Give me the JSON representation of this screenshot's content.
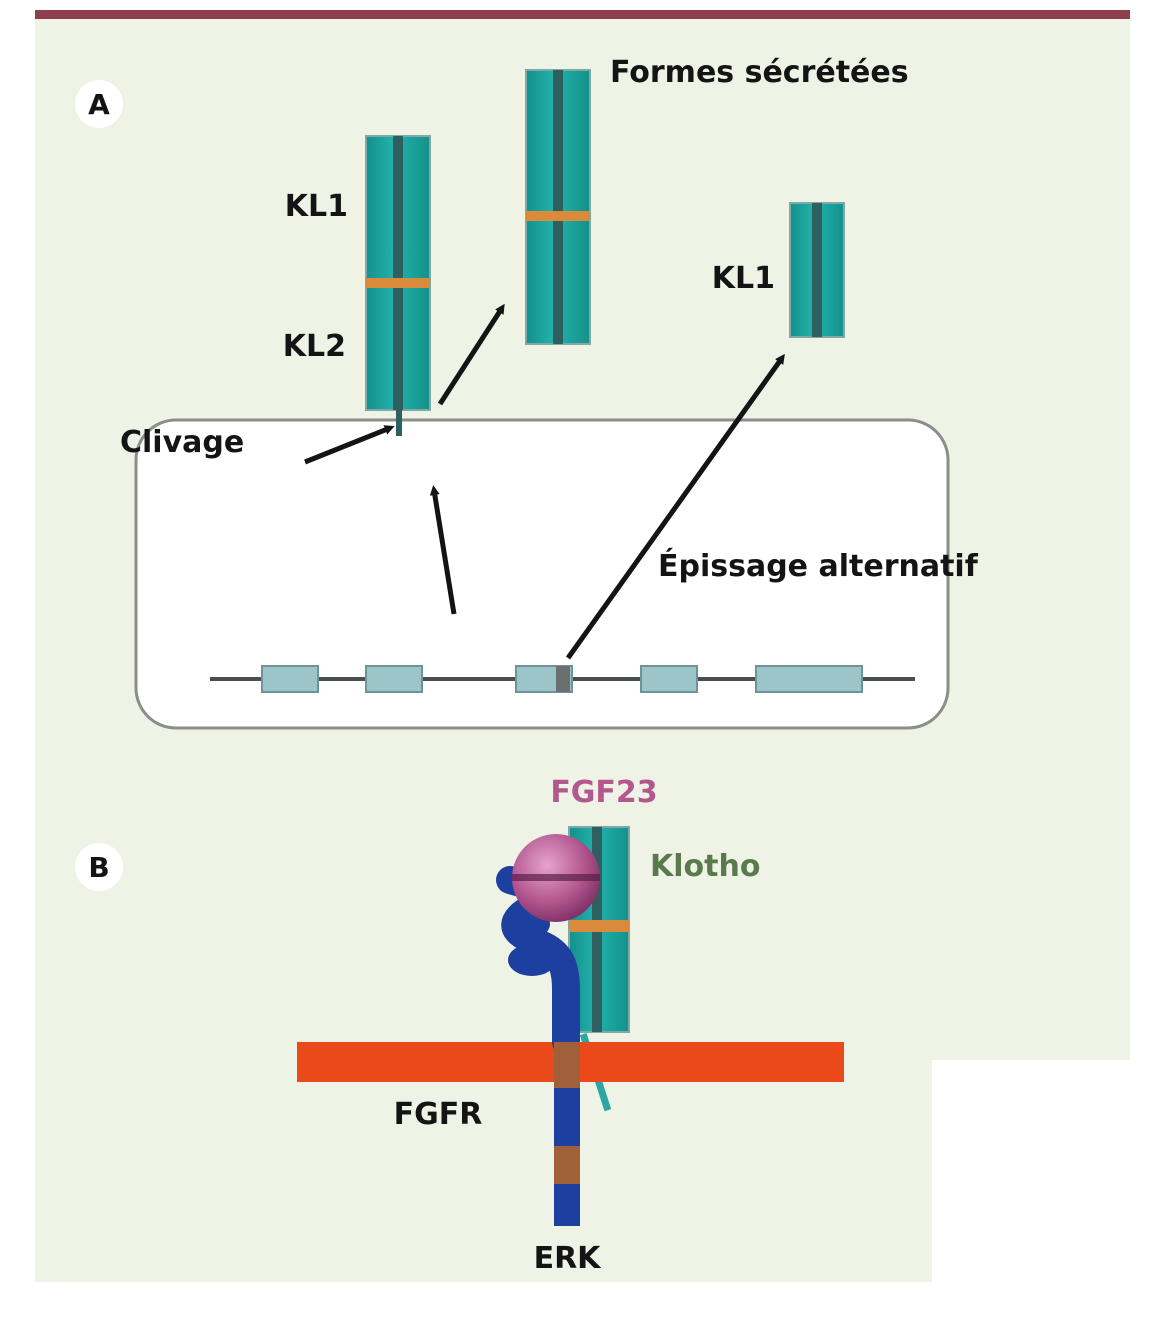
{
  "colors": {
    "border_top": "#8e3f4d",
    "background": "#eef3e6",
    "klotho_teal": "#1aa7a1",
    "klotho_core": "#2f5f5e",
    "band_orange": "#d98a3a",
    "exon_fill": "#9cc5c9",
    "membrane_orange": "#ea4a1a",
    "fgfr_blue": "#1d3fa0",
    "fgfr_brown": "#a0603a",
    "fgf23_pink": "#b3578f",
    "klotho_green": "#5a7a4e",
    "text_dark": "#141414"
  },
  "panel_a": {
    "letter": "A",
    "label_formes": "Formes sécrétées",
    "label_kl1_left": "KL1",
    "label_kl2": "KL2",
    "label_kl1_right": "KL1",
    "label_clivage": "Clivage",
    "label_epissage": "Épissage alternatif"
  },
  "panel_b": {
    "letter": "B",
    "label_fgf23": "FGF23",
    "label_klotho": "Klotho",
    "label_fgfr": "FGFR",
    "label_erk": "ERK"
  }
}
